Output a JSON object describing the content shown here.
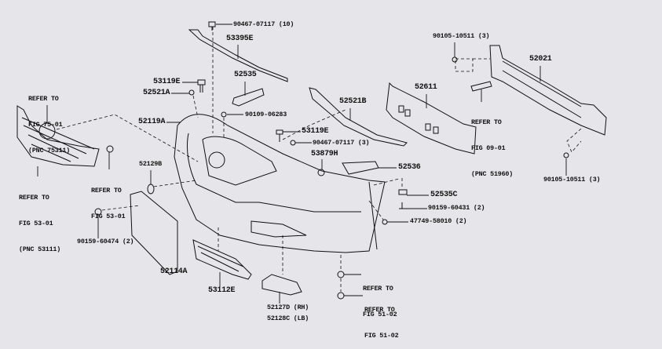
{
  "diagram": {
    "title": "Front bumper parts diagram",
    "labels": {
      "clip_top": "90467-07117 (10)",
      "upper_retainer": "53395E",
      "clip_53119e_left": "53119E",
      "retainer_52521a": "52521A",
      "support_52535": "52535",
      "clip_90109": "90109-06283",
      "bumper_cover": "52119A",
      "emblem_ref": [
        "REFER TO",
        "FIG 75-01",
        "(PNC 75311)"
      ],
      "clip_53119e_right": "53119E",
      "clip_90467_3": "90467-07117 (3)",
      "clip_53879h": "53879H",
      "retainer_52521b": "52521B",
      "absorber": "52611",
      "bolt_top": "90105-10511 (3)",
      "reinforcement": "52021",
      "reinf_ref": [
        "REFER TO",
        "FIG 09-01",
        "(PNC 51960)"
      ],
      "bolt_bottom": "90105-10511 (3)",
      "support_52536": "52536",
      "cover_52129b": "52129B",
      "clip_ref_53": [
        "REFER TO",
        "FIG 53-01"
      ],
      "grille_ref": [
        "REFER TO",
        "FIG 53-01",
        "(PNC 53111)"
      ],
      "nut_52535c": "52535C",
      "screw_90159_60431": "90159-60431 (2)",
      "screw_47749": "47749-58010 (2)",
      "screw_90159_60474": "90159-60474 (2)",
      "plate_bracket": "52114A",
      "lower_grille": "53112E",
      "ref_51_a": [
        "REFER TO",
        "FIG 51-02"
      ],
      "ref_51_b": [
        "REFER TO",
        "FIG 51-02"
      ],
      "fog_cover_rh": "52127D (RH)",
      "fog_cover_lh": "52128C (LB)"
    }
  }
}
